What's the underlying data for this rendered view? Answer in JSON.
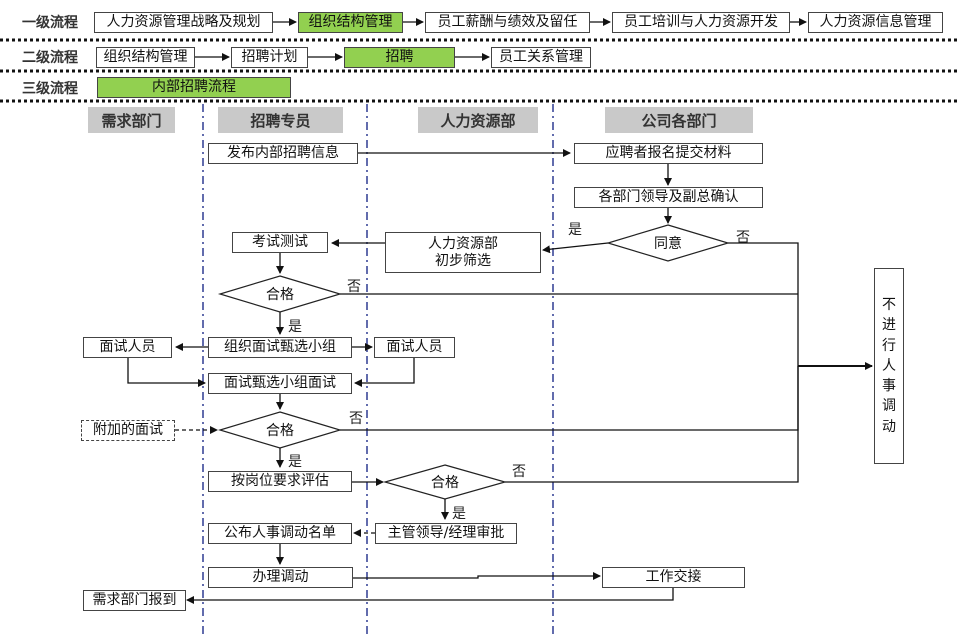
{
  "levels": {
    "l1": "一级流程",
    "l2": "二级流程",
    "l3": "三级流程"
  },
  "l1_items": [
    "人力资源管理战略及规划",
    "组织结构管理",
    "员工薪酬与绩效及留任",
    "员工培训与人力资源开发",
    "人力资源信息管理"
  ],
  "l2_items": [
    "组织结构管理",
    "招聘计划",
    "招聘",
    "员工关系管理"
  ],
  "l3_item": "内部招聘流程",
  "lanes": [
    "需求部门",
    "招聘专员",
    "人力资源部",
    "公司各部门"
  ],
  "nodes": {
    "publish": "发布内部招聘信息",
    "apply": "应聘者报名提交材料",
    "dept_confirm": "各部门领导及副总确认",
    "agree": "同意",
    "hr_screen_1": "人力资源部",
    "hr_screen_2": "初步筛选",
    "exam": "考试测试",
    "pass1": "合格",
    "form_group": "组织面试甄选小组",
    "interviewer_left": "面试人员",
    "interviewer_right": "面试人员",
    "group_interview": "面试甄选小组面试",
    "extra_interview": "附加的面试",
    "pass2": "合格",
    "assess": "按岗位要求评估",
    "pass3": "合格",
    "approval": "主管领导/经理审批",
    "announce": "公布人事调动名单",
    "transfer": "办理调动",
    "handover": "工作交接",
    "report": "需求部门报到",
    "no_action": "不进行人事调动"
  },
  "labels": {
    "yes": "是",
    "no": "否"
  }
}
